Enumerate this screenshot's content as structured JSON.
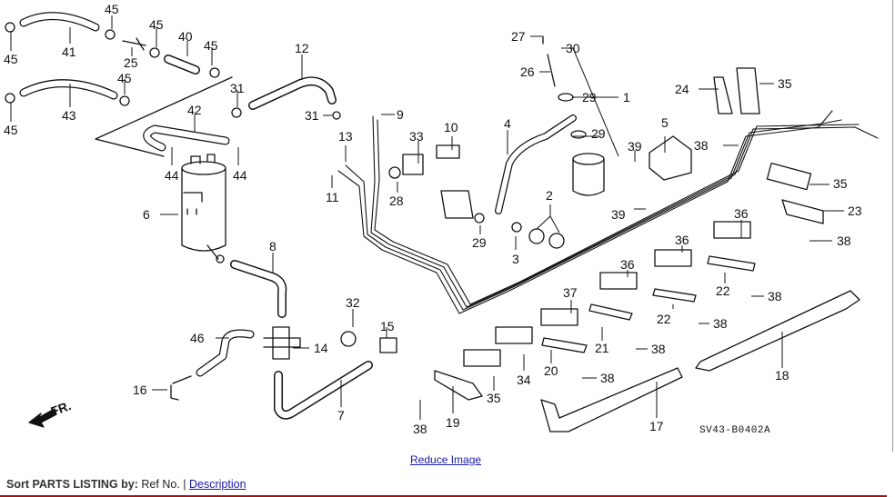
{
  "diagram": {
    "drawing_code": "SV43-B0402A",
    "direction_label": "FR.",
    "callouts": [
      {
        "id": "c45a",
        "label": "45"
      },
      {
        "id": "c45b",
        "label": "45"
      },
      {
        "id": "c41",
        "label": "41"
      },
      {
        "id": "c45c",
        "label": "45"
      },
      {
        "id": "c25",
        "label": "25"
      },
      {
        "id": "c40",
        "label": "40"
      },
      {
        "id": "c45d",
        "label": "45"
      },
      {
        "id": "c45e",
        "label": "45"
      },
      {
        "id": "c43",
        "label": "43"
      },
      {
        "id": "c45f",
        "label": "45"
      },
      {
        "id": "c31a",
        "label": "31"
      },
      {
        "id": "c42",
        "label": "42"
      },
      {
        "id": "c44a",
        "label": "44"
      },
      {
        "id": "c44b",
        "label": "44"
      },
      {
        "id": "c6",
        "label": "6"
      },
      {
        "id": "c8",
        "label": "8"
      },
      {
        "id": "c46",
        "label": "46"
      },
      {
        "id": "c14",
        "label": "14"
      },
      {
        "id": "c16",
        "label": "16"
      },
      {
        "id": "c7",
        "label": "7"
      },
      {
        "id": "c12",
        "label": "12"
      },
      {
        "id": "c31b",
        "label": "31"
      },
      {
        "id": "c9",
        "label": "9"
      },
      {
        "id": "c13",
        "label": "13"
      },
      {
        "id": "c11",
        "label": "11"
      },
      {
        "id": "c33",
        "label": "33"
      },
      {
        "id": "c10",
        "label": "10"
      },
      {
        "id": "c28",
        "label": "28"
      },
      {
        "id": "c32",
        "label": "32"
      },
      {
        "id": "c15",
        "label": "15"
      },
      {
        "id": "c27",
        "label": "27"
      },
      {
        "id": "c30",
        "label": "30"
      },
      {
        "id": "c26",
        "label": "26"
      },
      {
        "id": "c29a",
        "label": "29"
      },
      {
        "id": "c1",
        "label": "1"
      },
      {
        "id": "c29b",
        "label": "29"
      },
      {
        "id": "c4",
        "label": "4"
      },
      {
        "id": "c29c",
        "label": "29"
      },
      {
        "id": "c3",
        "label": "3"
      },
      {
        "id": "c2",
        "label": "2"
      },
      {
        "id": "c39a",
        "label": "39"
      },
      {
        "id": "c39b",
        "label": "39"
      },
      {
        "id": "c5",
        "label": "5"
      },
      {
        "id": "c24",
        "label": "24"
      },
      {
        "id": "c35a",
        "label": "35"
      },
      {
        "id": "c38a",
        "label": "38"
      },
      {
        "id": "c35b",
        "label": "35"
      },
      {
        "id": "c23",
        "label": "23"
      },
      {
        "id": "c38b",
        "label": "38"
      },
      {
        "id": "c36a",
        "label": "36"
      },
      {
        "id": "c36b",
        "label": "36"
      },
      {
        "id": "c36c",
        "label": "36"
      },
      {
        "id": "c22a",
        "label": "22"
      },
      {
        "id": "c38c",
        "label": "38"
      },
      {
        "id": "c37",
        "label": "37"
      },
      {
        "id": "c22b",
        "label": "22"
      },
      {
        "id": "c38d",
        "label": "38"
      },
      {
        "id": "c21",
        "label": "21"
      },
      {
        "id": "c38e",
        "label": "38"
      },
      {
        "id": "c34",
        "label": "34"
      },
      {
        "id": "c20",
        "label": "20"
      },
      {
        "id": "c38f",
        "label": "38"
      },
      {
        "id": "c35c",
        "label": "35"
      },
      {
        "id": "c19",
        "label": "19"
      },
      {
        "id": "c38g",
        "label": "38"
      },
      {
        "id": "c17",
        "label": "17"
      },
      {
        "id": "c18",
        "label": "18"
      }
    ]
  },
  "links": {
    "reduce_image": "Reduce Image"
  },
  "sort": {
    "label": "Sort PARTS LISTING by:",
    "ref_no": "Ref No.",
    "separator": "|",
    "description": "Description"
  },
  "colors": {
    "link": "#1a1aa6",
    "rule": "#a01414"
  }
}
